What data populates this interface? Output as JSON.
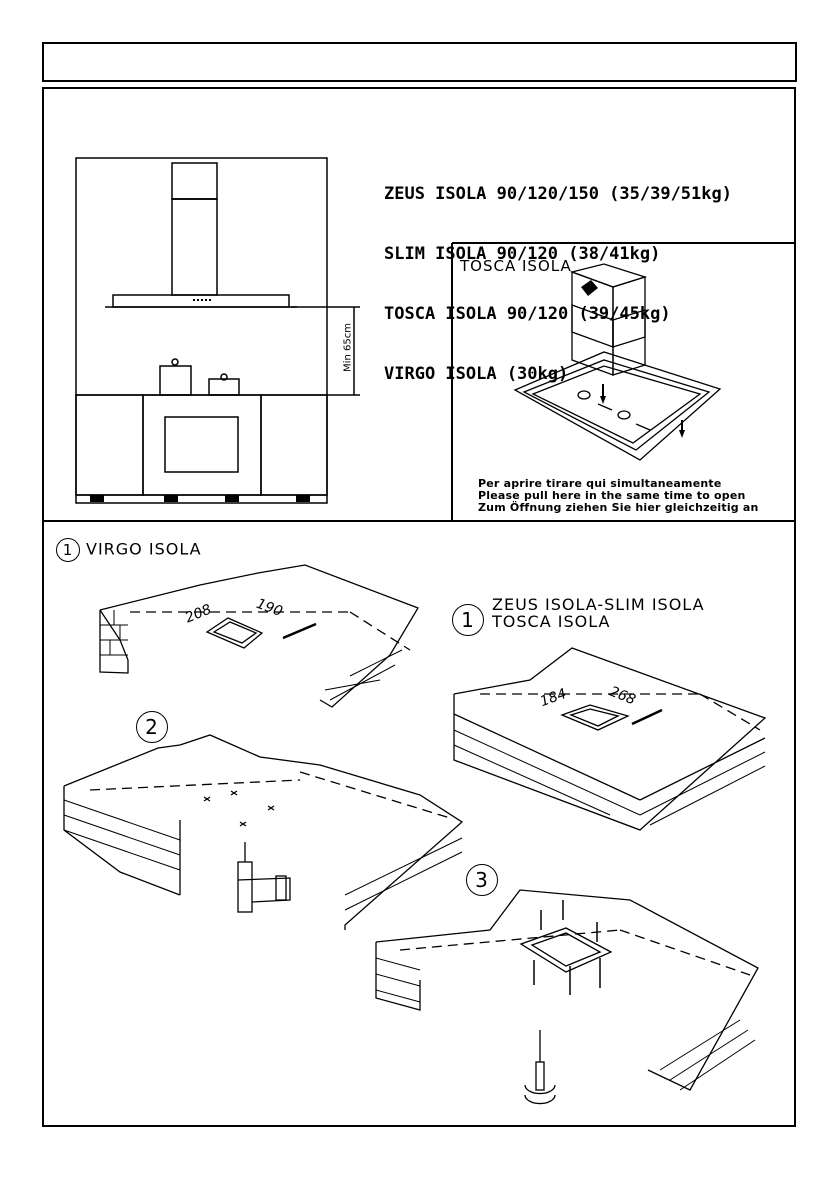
{
  "header": {
    "title": ""
  },
  "models": {
    "line1": "ZEUS ISOLA 90/120/150 (35/39/51kg)",
    "line2": "SLIM ISOLA 90/120 (38/41kg)",
    "line3": "TOSCA ISOLA 90/120 (39/45kg)",
    "line4": "VIRGO ISOLA (30kg)"
  },
  "hood_drawing": {
    "height_label": "Min 65cm"
  },
  "tosca_panel": {
    "title": "TOSCA ISOLA",
    "note_it": "Per aprire tirare qui simultaneamente",
    "note_en": "Please pull here in the same time to open",
    "note_de": "Zum Öffnung ziehen Sie hier gleichzeitig an"
  },
  "steps": {
    "virgo": {
      "number": "1",
      "label": "VIRGO ISOLA",
      "dim_a": "208",
      "dim_b": "190"
    },
    "zeus": {
      "number": "1",
      "label_line1": "ZEUS ISOLA-SLIM ISOLA",
      "label_line2": "TOSCA ISOLA",
      "dim_a": "184",
      "dim_b": "268"
    },
    "drill": {
      "number": "2"
    },
    "mount": {
      "number": "3"
    }
  }
}
